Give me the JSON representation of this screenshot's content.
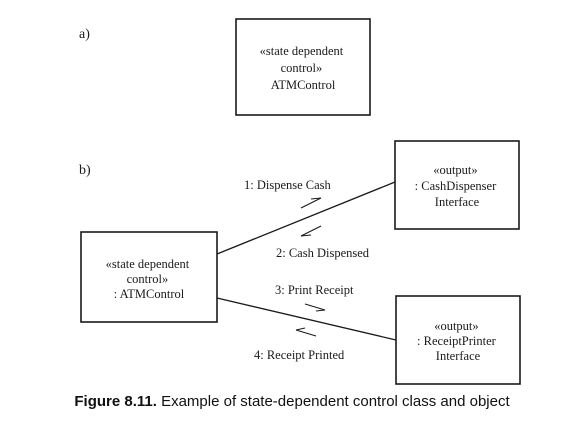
{
  "part_a": {
    "label": "a)",
    "box": {
      "lines": [
        "«state dependent",
        "control»",
        "ATMControl"
      ]
    }
  },
  "part_b": {
    "label": "b)",
    "control_box": {
      "lines": [
        "«state dependent",
        "control»",
        ": ATMControl"
      ]
    },
    "cash_box": {
      "lines": [
        "«output»",
        ": CashDispenser",
        "Interface"
      ]
    },
    "printer_box": {
      "lines": [
        "«output»",
        ": ReceiptPrinter",
        "Interface"
      ]
    },
    "messages": {
      "m1": "1: Dispense Cash",
      "m2": "2: Cash Dispensed",
      "m3": "3: Print Receipt",
      "m4": "4: Receipt Printed"
    }
  },
  "caption": {
    "number": "Figure 8.11.",
    "text": "Example of state-dependent control class and object"
  }
}
